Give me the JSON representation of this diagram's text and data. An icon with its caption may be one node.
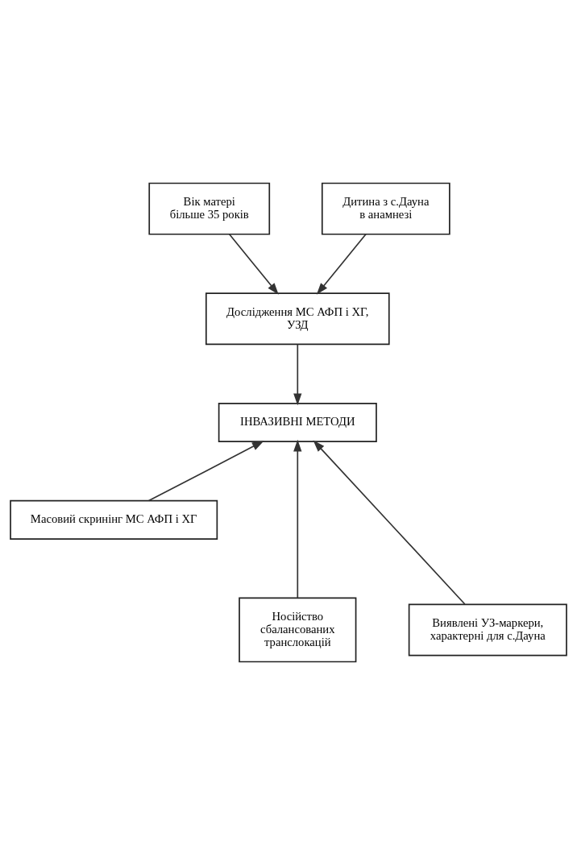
{
  "diagram": {
    "nodes": [
      {
        "text": [
          "Вік матері більше 35 років"
        ]
      },
      {
        "text": [
          "Дитина з с.Дауна в анамнезі"
        ]
      },
      {
        "text": [
          "Дослідження МС АФП і ХГ, УЗД"
        ]
      },
      {
        "text": [
          "ІНВАЗИВНІ МЕТОДИ"
        ]
      },
      {
        "text": [
          "Масовий скринінг МС АФП і ХГ"
        ]
      },
      {
        "text": [
          "Носійство сбалансованих транслокацій"
        ]
      },
      {
        "text": [
          "Виявлені УЗ-маркери, характерні для с.Дауна"
        ]
      }
    ],
    "edges": [
      {
        "from": 0,
        "to": 2,
        "arrow": "to"
      },
      {
        "from": 1,
        "to": 2,
        "arrow": "to"
      },
      {
        "from": 2,
        "to": 3,
        "arrow": "to"
      },
      {
        "from": 4,
        "to": 3,
        "arrow": "to"
      },
      {
        "from": 5,
        "to": 3,
        "arrow": "to"
      },
      {
        "from": 6,
        "to": 3,
        "arrow": "to"
      }
    ]
  }
}
